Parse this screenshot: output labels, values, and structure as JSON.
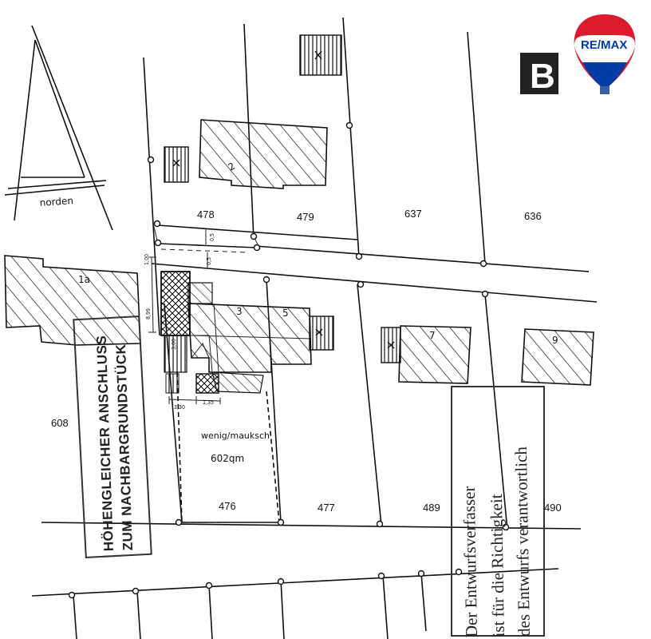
{
  "north_label": "norden",
  "brand": {
    "name": "RE/MAX",
    "colors": {
      "red": "#dc1c2e",
      "blue": "#003da5",
      "white": "#ffffff"
    }
  },
  "stamp_letter": "B",
  "plots": {
    "p478": "478",
    "p479": "479",
    "p637": "637",
    "p636": "636",
    "p608": "608",
    "p476": "476",
    "p477": "477",
    "p489": "489",
    "p490": "490"
  },
  "houses": {
    "h1a": "1a",
    "h2": "2",
    "h3": "3",
    "h5": "5",
    "h7": "7",
    "h9": "9"
  },
  "dimensions": {
    "d100": "1,00",
    "d899": "8,99",
    "d05a": "0,5",
    "d05b": "0,5",
    "d330": "3,30",
    "d135": "1,35",
    "d300": "3,00"
  },
  "property": {
    "owner": "wenig/mauksch",
    "area": "602qm"
  },
  "stamp_left": {
    "line1": "HÖHENGLEICHER ANSCHLUSS",
    "line2": "ZUM NACHBARGRUNDSTÜCK"
  },
  "stamp_right": {
    "line1": "Der Entwurfsverfasser",
    "line2": "ist für die Richtigkeit",
    "line3": "des Entwurfs verantwortlich"
  }
}
